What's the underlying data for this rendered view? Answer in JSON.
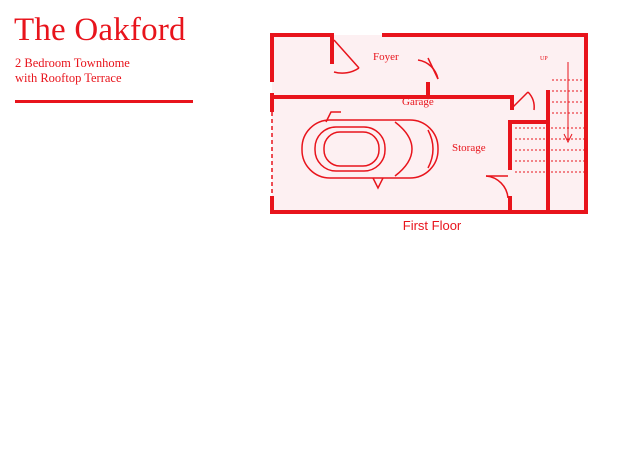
{
  "header": {
    "title": "The Oakford",
    "subtitle_line1": "2 Bedroom Townhome",
    "subtitle_line2": "with Rooftop Terrace"
  },
  "plan": {
    "floor_label": "First Floor",
    "rooms": {
      "foyer": "Foyer",
      "garage": "Garage",
      "storage": "Storage"
    },
    "stair_label": "UP"
  },
  "colors": {
    "accent": "#e8141c",
    "room_fill": "#fdf0f2",
    "background": "#ffffff"
  }
}
